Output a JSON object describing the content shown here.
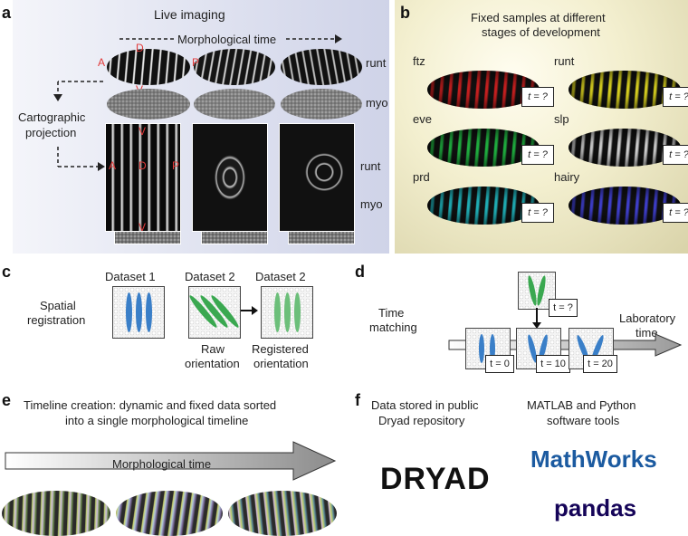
{
  "panel_a": {
    "label": "a",
    "title": "Live imaging",
    "morph_time": "Morphological time",
    "axis_A": "A",
    "axis_D": "D",
    "axis_P": "P",
    "axis_V": "V",
    "row_runt": "runt",
    "row_myo": "myo",
    "carto_line1": "Cartographic",
    "carto_line2": "projection",
    "proj_runt": "runt",
    "proj_myo": "myo"
  },
  "panel_b": {
    "label": "b",
    "title_line1": "Fixed samples at different",
    "title_line2": "stages of development",
    "genes": [
      {
        "name": "ftz",
        "color": "#c82020"
      },
      {
        "name": "runt",
        "color": "#d8d020"
      },
      {
        "name": "eve",
        "color": "#20b040"
      },
      {
        "name": "slp",
        "color": "#d0d0d0"
      },
      {
        "name": "prd",
        "color": "#20b0b8"
      },
      {
        "name": "hairy",
        "color": "#4040d0"
      }
    ],
    "t_unknown": "t = ?"
  },
  "panel_c": {
    "label": "c",
    "spatial1": "Spatial",
    "spatial2": "registration",
    "dataset1": "Dataset 1",
    "dataset2a": "Dataset 2",
    "dataset2b": "Dataset 2",
    "raw1": "Raw",
    "raw2": "orientation",
    "reg1": "Registered",
    "reg2": "orientation"
  },
  "panel_d": {
    "label": "d",
    "time1": "Time",
    "time2": "matching",
    "lab1": "Laboratory",
    "lab2": "time",
    "t_q": "t = ?",
    "t0": "t = 0",
    "t10": "t = 10",
    "t20": "t = 20"
  },
  "panel_e": {
    "label": "e",
    "title_line1": "Timeline creation: dynamic and fixed data sorted",
    "title_line2": "into a single morphological timeline",
    "arrow_label": "Morphological time"
  },
  "panel_f": {
    "label": "f",
    "dryad_line1": "Data stored in public",
    "dryad_line2": "Dryad repository",
    "tools_line1": "MATLAB and Python",
    "tools_line2": "software tools",
    "dryad_logo": "DRYAD",
    "mathworks_logo": "MathWorks",
    "pandas_logo": "pandas"
  },
  "colors": {
    "registration_blue": "#3a7fc8",
    "registration_green": "#3aa850",
    "mathworks_blue": "#1b5aa0",
    "pandas_navy": "#150458"
  }
}
